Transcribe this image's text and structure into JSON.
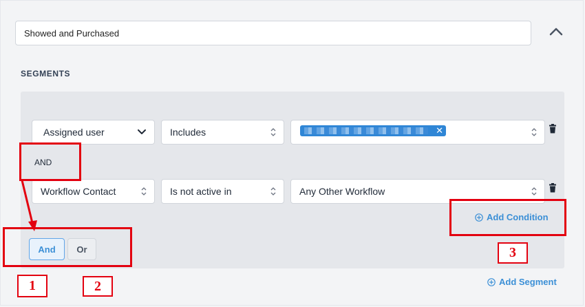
{
  "audience": {
    "name_value": "Showed and Purchased",
    "segments_label": "SEGMENTS"
  },
  "conditions": [
    {
      "field": "Assigned user",
      "operator": "Includes",
      "value_chip": "",
      "value": ""
    },
    {
      "field": "Workflow Contact",
      "operator": "Is not active in",
      "value": "Any Other Workflow"
    }
  ],
  "joiner_label": "AND",
  "actions": {
    "add_condition": "Add Condition",
    "add_segment": "Add Segment",
    "and_button": "And",
    "or_button": "Or"
  },
  "annotations": [
    "1",
    "2",
    "3"
  ],
  "colors": {
    "accent": "#3b8fd6",
    "chip": "#2f86d6",
    "highlight": "#e3000f",
    "segment_bg": "#e5e7eb"
  }
}
